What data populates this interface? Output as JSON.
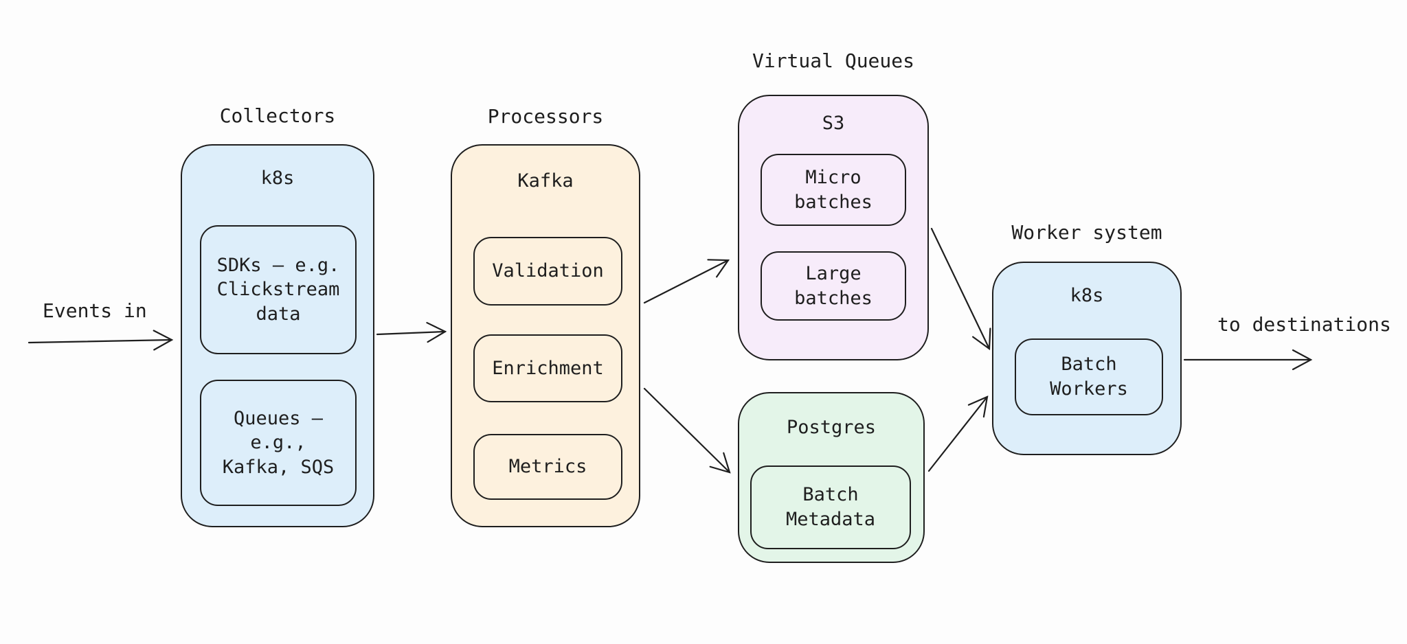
{
  "diagram": {
    "free_labels": {
      "events_in": "Events in",
      "to_destinations": "to destinations",
      "virtual_queues": "Virtual Queues"
    },
    "groups": {
      "collectors": {
        "title": "Collectors",
        "tech": "k8s",
        "nodes": [
          "SDKs – e.g.\nClickstream\ndata",
          "Queues –\ne.g.,\nKafka, SQS"
        ]
      },
      "processors": {
        "title": "Processors",
        "tech": "Kafka",
        "nodes": [
          "Validation",
          "Enrichment",
          "Metrics"
        ]
      },
      "s3": {
        "tech": "S3",
        "nodes": [
          "Micro\nbatches",
          "Large\nbatches"
        ]
      },
      "postgres": {
        "tech": "Postgres",
        "nodes": [
          "Batch\nMetadata"
        ]
      },
      "worker": {
        "title": "Worker system",
        "tech": "k8s",
        "nodes": [
          "Batch\nWorkers"
        ]
      }
    },
    "colors": {
      "collectors_fill": "#ddeefa",
      "processors_fill": "#fdf1de",
      "s3_fill": "#f7ecfa",
      "postgres_fill": "#e3f5e8",
      "worker_fill": "#ddeefa",
      "stroke": "#1e1e1e",
      "background": "#fdfdfd"
    }
  }
}
